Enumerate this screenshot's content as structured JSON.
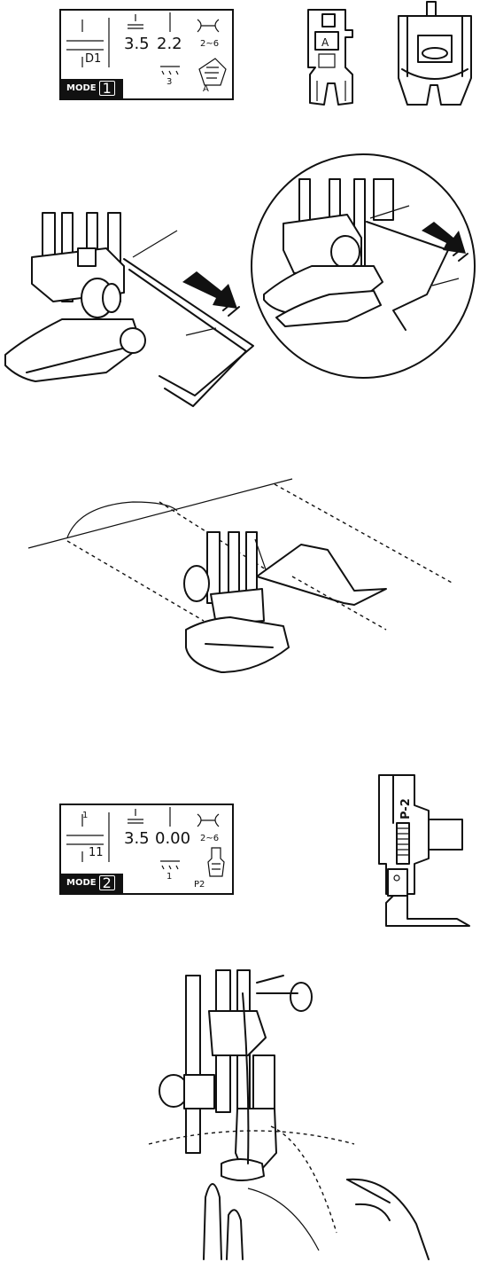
{
  "lcd1": {
    "pattern": "D1",
    "width": "3.5",
    "length": "2.2",
    "tension": "2~6",
    "feed": "3",
    "foot": "A",
    "mode_label": "MODE",
    "mode_number": "1"
  },
  "foot1_letter": "A",
  "lcd2": {
    "pattern_top": "1",
    "pattern": "11",
    "width": "3.5",
    "length": "0.00",
    "tension": "2~6",
    "feed": "1",
    "foot": "P2",
    "mode_label": "MODE",
    "mode_number": "2"
  },
  "foot2_label": "P-2",
  "icons": {
    "pattern": "straight-stitch-icon",
    "width": "stitch-width-icon",
    "length": "stitch-length-icon",
    "tension": "thread-tension-icon",
    "feed": "feed-dog-icon",
    "foot": "presser-foot-icon"
  }
}
